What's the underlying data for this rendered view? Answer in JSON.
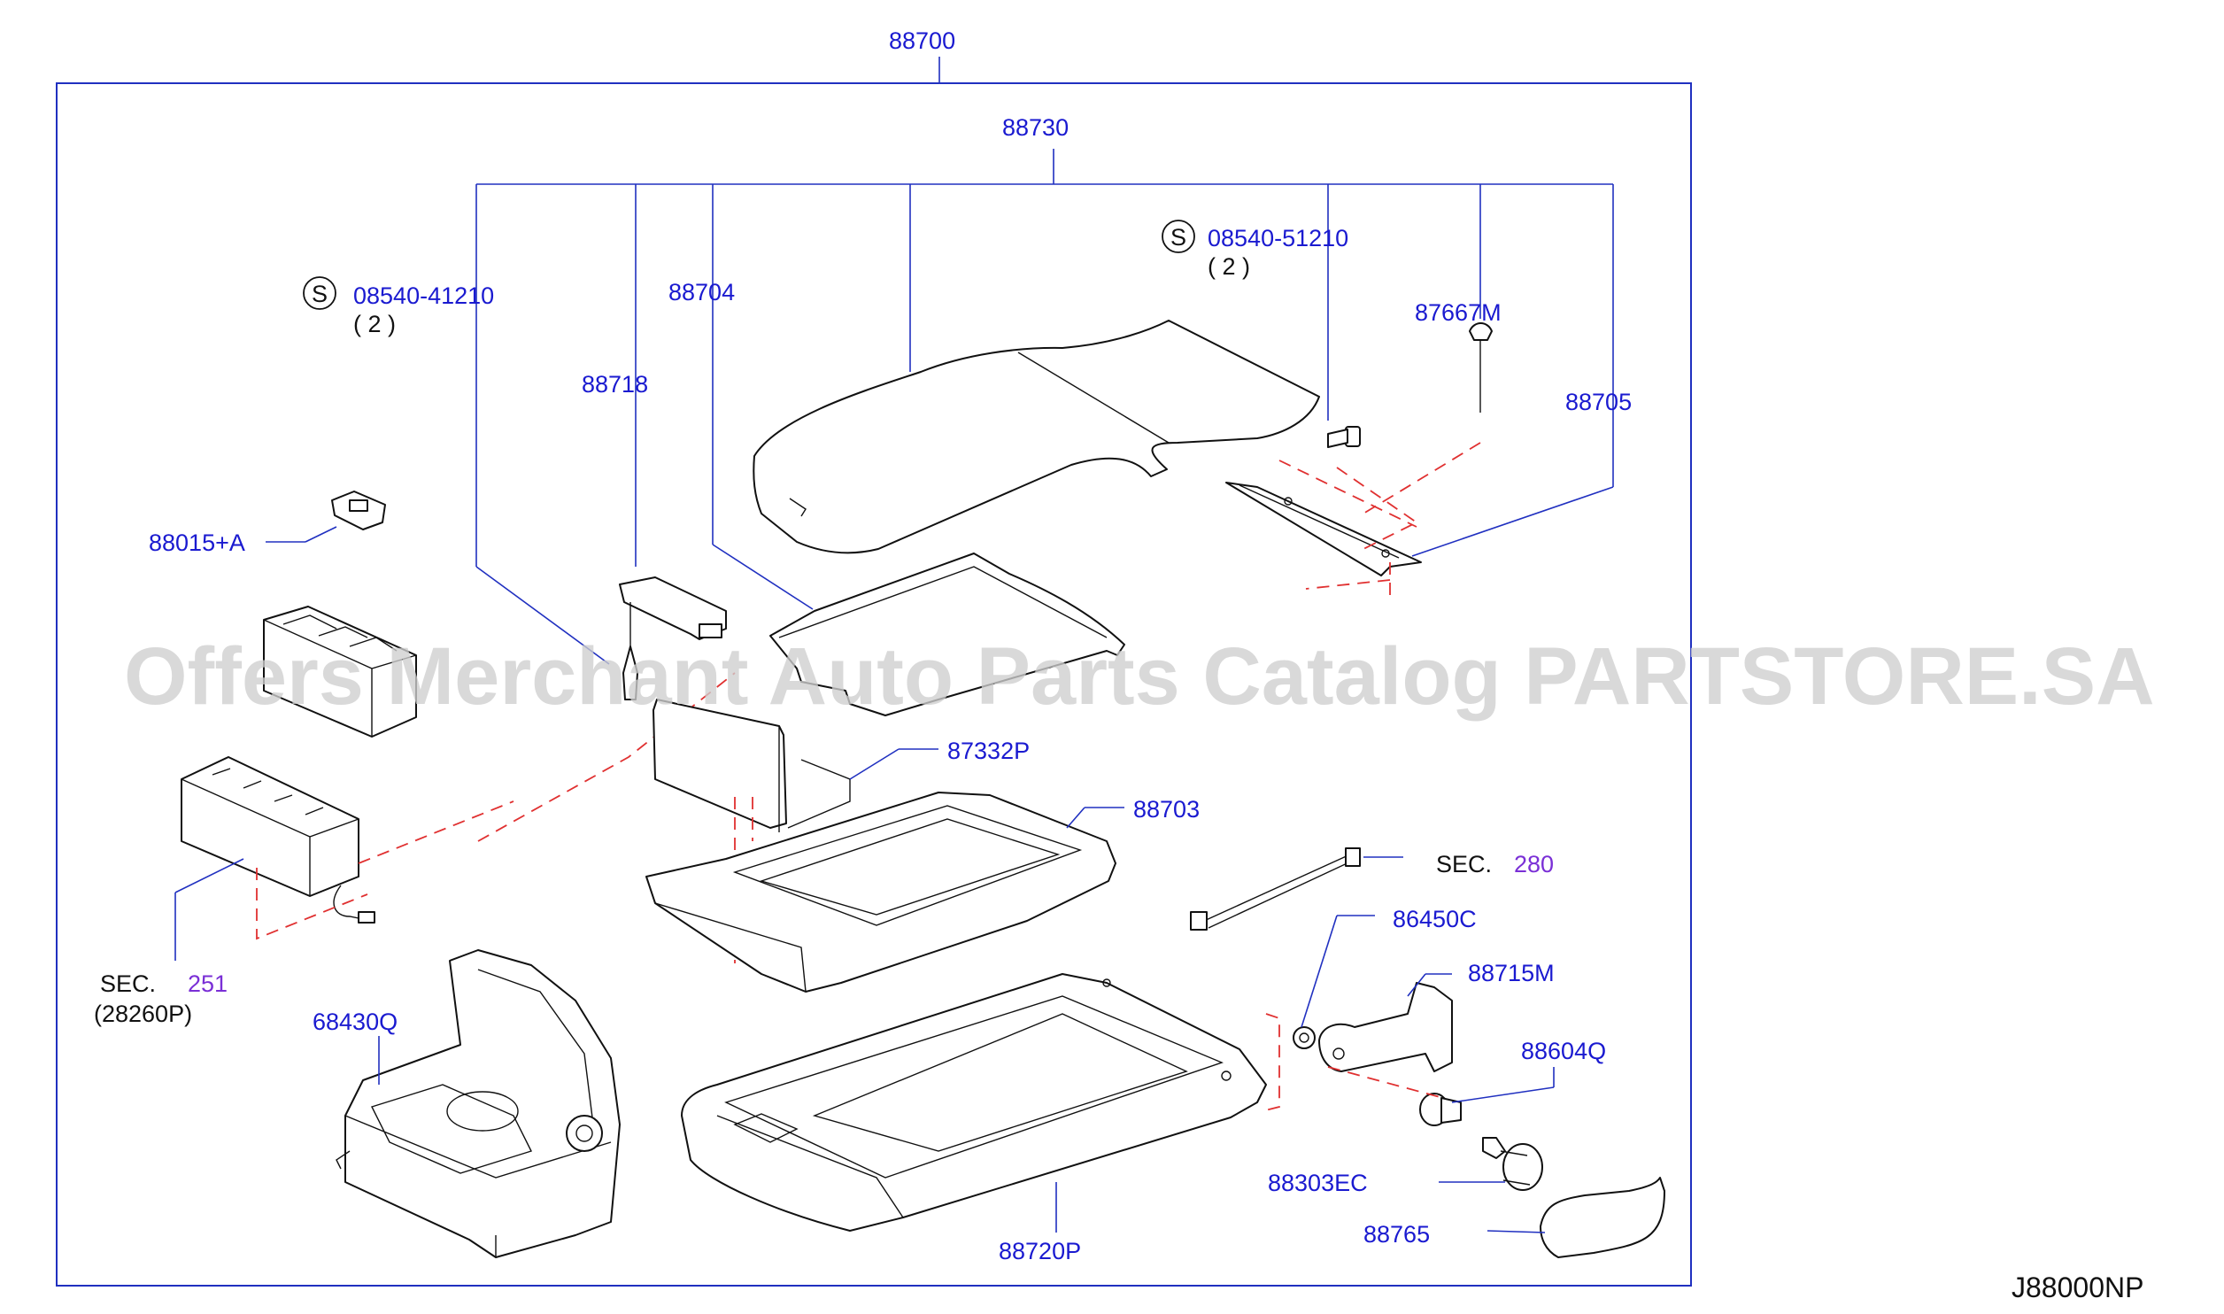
{
  "watermark": "Offers Merchant Auto Parts Catalog PARTSTORE.SA",
  "diagram_code": "J88000NP",
  "labels": {
    "p88700": "88700",
    "p88730": "88730",
    "p08540_51210": "08540-51210",
    "qty_51210": "( 2 )",
    "p08540_41210": "08540-41210",
    "qty_41210": "( 2 )",
    "s_symbol": "S",
    "p88704": "88704",
    "p87667M": "87667M",
    "p88718": "88718",
    "p88705": "88705",
    "p88015A": "88015+A",
    "p87332P": "87332P",
    "p88703": "88703",
    "sec_prefix": "SEC.",
    "sec280": "280",
    "p86450C": "86450C",
    "sec251": "251",
    "p28260P": "(28260P)",
    "p88715M": "88715M",
    "p68430Q": "68430Q",
    "p88604Q": "88604Q",
    "p88303EC": "88303EC",
    "p88765": "88765",
    "p88720P": "88720P"
  },
  "colors": {
    "label": "#1a1ad0",
    "section_ref": "#7a2fd6",
    "leader": "#2030c0",
    "dashed_guide": "#e03030",
    "watermark": "#cfcfcf"
  }
}
